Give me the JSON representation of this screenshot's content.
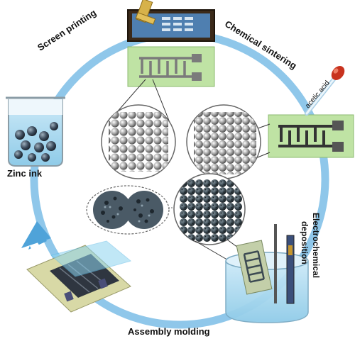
{
  "figure": {
    "labels": {
      "screen_printing": "Screen printing",
      "chemical_sintering": "Chemical  sintering",
      "electrochemical_line1": "Electrochemical",
      "electrochemical_line2": "deposition",
      "assembly_molding": "Assembly molding",
      "zinc_ink": "Zinc ink",
      "acetic_acid": "acetic acid"
    },
    "colors": {
      "cycle_ring": "#8fc7ea",
      "arrow_head": "#4fa3d9",
      "electrode_board": "#bfe3a4",
      "electrode_trace": "#7b7b7b",
      "beaker_liquid": "#a7d7ef",
      "particle": "#9a9a9a",
      "deposit_dark": "#3c4a52"
    },
    "icons": [
      "beaker-icon",
      "screen-printer-icon",
      "dropper-icon",
      "electrochemical-cell-icon",
      "assembled-device-icon"
    ]
  }
}
